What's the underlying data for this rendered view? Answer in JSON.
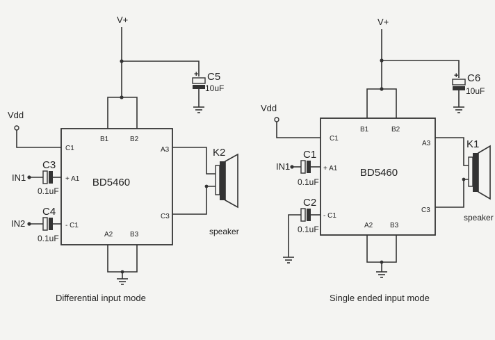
{
  "colors": {
    "background": "#f4f4f2",
    "ink": "#333333"
  },
  "left": {
    "supply_label": "V+",
    "vdd_label": "Vdd",
    "chip_label": "BD5460",
    "pins": {
      "b1": "B1",
      "b2": "B2",
      "c1_top": "C1",
      "a3": "A3",
      "plus_a1": "+ A1",
      "minus_c1": "- C1",
      "c3": "C3",
      "a2": "A2",
      "b3": "B3"
    },
    "supply_cap": {
      "ref": "C5",
      "value": "10uF"
    },
    "in1": {
      "label": "IN1",
      "cap_ref": "C3",
      "cap_value": "0.1uF"
    },
    "in2": {
      "label": "IN2",
      "cap_ref": "C4",
      "cap_value": "0.1uF"
    },
    "speaker": {
      "ref": "K2",
      "label": "speaker"
    },
    "caption": "Differential input mode"
  },
  "right": {
    "supply_label": "V+",
    "vdd_label": "Vdd",
    "chip_label": "BD5460",
    "pins": {
      "b1": "B1",
      "b2": "B2",
      "c1_top": "C1",
      "a3": "A3",
      "plus_a1": "+ A1",
      "minus_c1": "- C1",
      "c3": "C3",
      "a2": "A2",
      "b3": "B3"
    },
    "supply_cap": {
      "ref": "C6",
      "value": "10uF"
    },
    "in1": {
      "label": "IN1",
      "cap_ref": "C1",
      "cap_value": "0.1uF"
    },
    "cap2": {
      "ref": "C2",
      "value": "0.1uF"
    },
    "speaker": {
      "ref": "K1",
      "label": "speaker"
    },
    "caption": "Single ended input mode"
  }
}
